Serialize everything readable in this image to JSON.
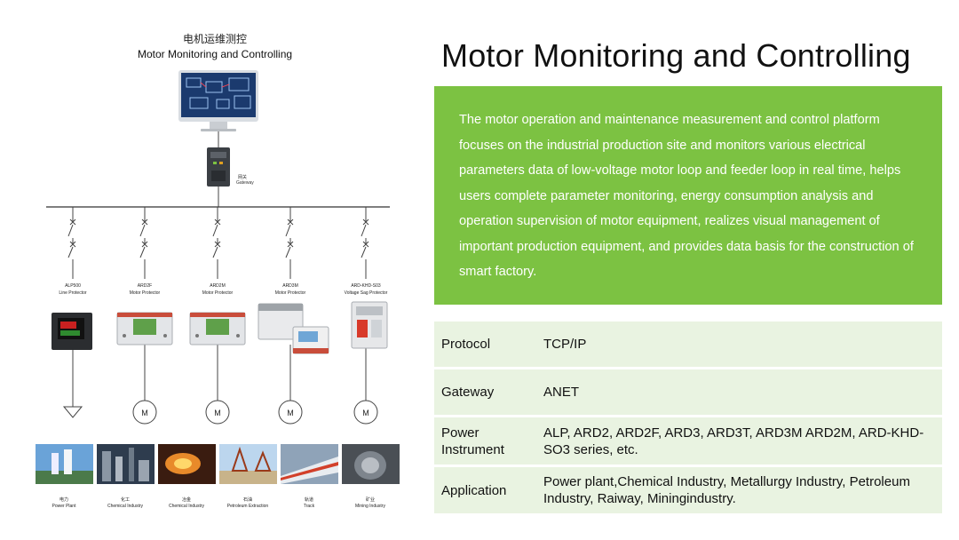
{
  "diagram": {
    "title_cn": "电机运维测控",
    "title_en": "Motor Monitoring and Controlling",
    "gateway_cn": "网关",
    "gateway_en": "Gateway",
    "devices": [
      {
        "model": "ALP500",
        "role": "Line Protector"
      },
      {
        "model": "ARD2F",
        "role": "Motor Protector"
      },
      {
        "model": "ARD2M",
        "role": "Motor Protector"
      },
      {
        "model": "ARD3M",
        "role": "Motor Protector"
      },
      {
        "model": "ARD-KHD-S03",
        "role": "Voltage Sag Protector"
      }
    ],
    "motor_symbol": "M",
    "applications": [
      {
        "cn": "电力",
        "en": "Power Plant"
      },
      {
        "cn": "化工",
        "en": "Chemical Industry"
      },
      {
        "cn": "冶金",
        "en": "Chemical Industry"
      },
      {
        "cn": "石油",
        "en": "Petroleum Extraction"
      },
      {
        "cn": "轨道",
        "en": "Track"
      },
      {
        "cn": "矿业",
        "en": "Mining Industry"
      }
    ]
  },
  "title": "Motor Monitoring and Controlling",
  "description": "The motor operation and maintenance measurement and control platform focuses on the industrial production site and monitors various electrical parameters data of low-voltage motor loop and feeder loop in real time, helps users complete parameter monitoring, energy consumption analysis and operation supervision of motor equipment, realizes visual management of important production equipment, and provides data basis for the construction of smart factory.",
  "specs": [
    {
      "label": "Protocol",
      "value": "TCP/IP"
    },
    {
      "label": "Gateway",
      "value": "ANET"
    },
    {
      "label": "Power Instrument",
      "value": "ALP, ARD2, ARD2F, ARD3, ARD3T, ARD3M ARD2M, ARD-KHD-SO3 series, etc."
    },
    {
      "label": "Application",
      "value": "Power plant,Chemical Industry, Metallurgy Industry, Petroleum Industry, Raiway, Miningindustry."
    }
  ],
  "colors": {
    "accent_green": "#7cc242",
    "table_row": "#e9f3e1"
  }
}
